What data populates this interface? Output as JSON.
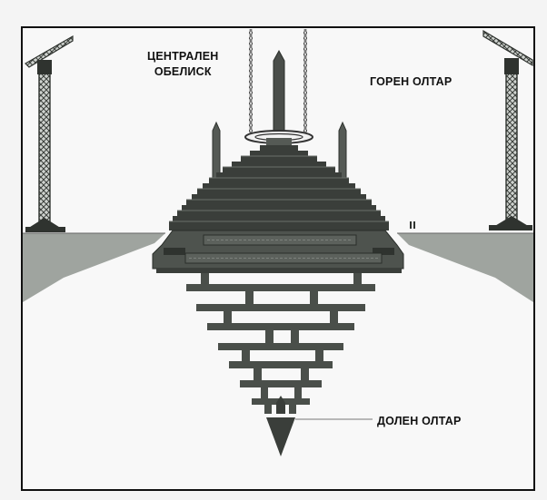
{
  "labels": {
    "central_obelisk_line1": "ЦЕНТРАЛЕН",
    "central_obelisk_line2": "ОБЕЛИСК",
    "upper_altar": "ГОРЕН ОЛТАР",
    "lower_altar": "ДОЛЕН ОЛТАР"
  },
  "colors": {
    "structure_dark": "#3a3e3a",
    "structure_mid": "#555a55",
    "ground": "#9fa49f",
    "frame": "#111111",
    "background": "#f7f7f7"
  },
  "icons": [
    "crane-left",
    "crane-right",
    "obelisk",
    "ring-platform"
  ]
}
